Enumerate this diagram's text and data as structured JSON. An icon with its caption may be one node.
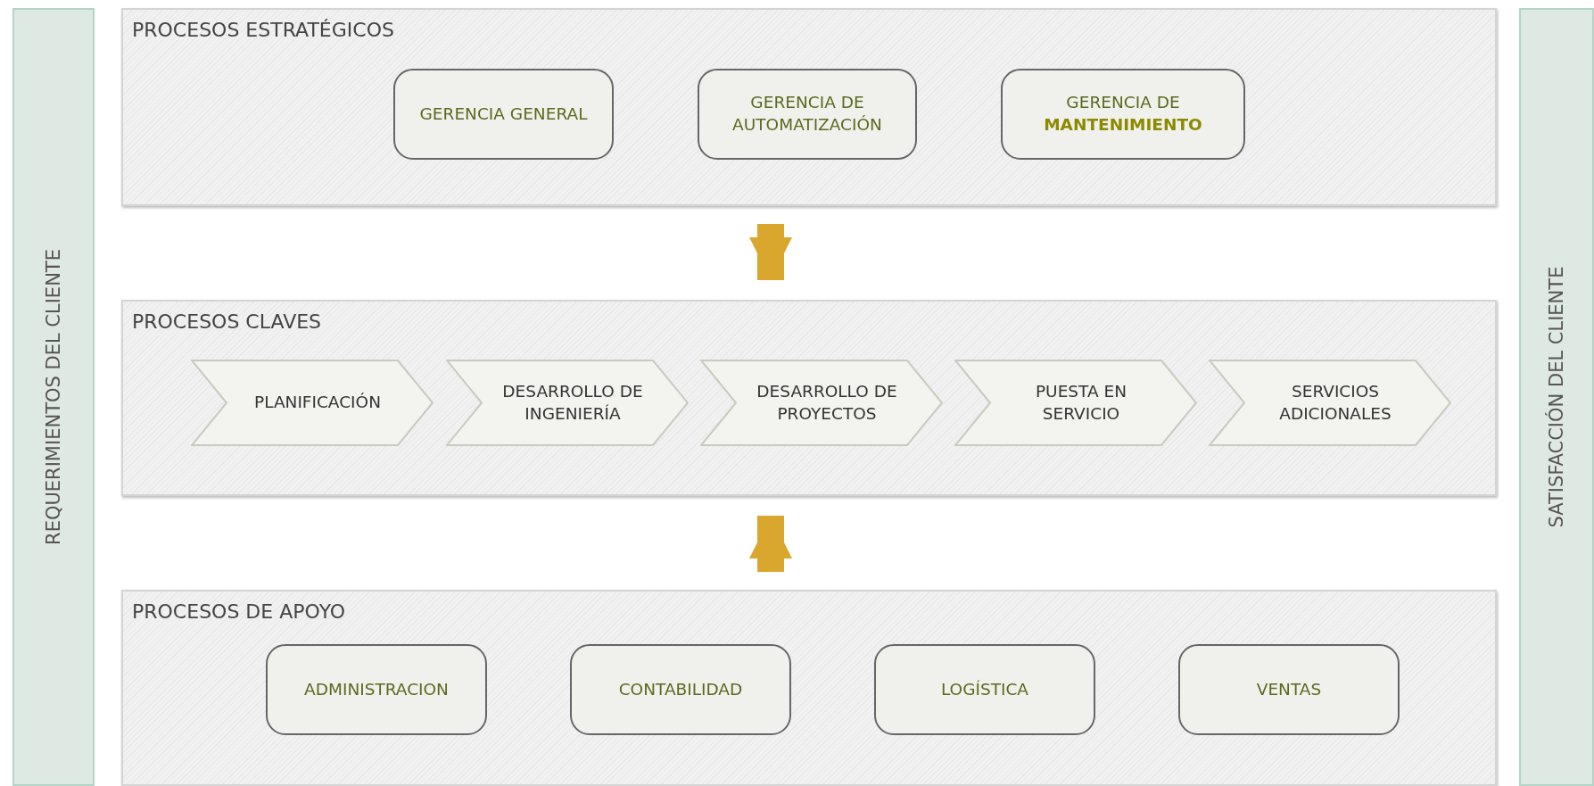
{
  "diagram": {
    "nodes": [
      {
        "text": [
          "REQUERIMIENTOS DEL CLIENTE"
        ]
      },
      {
        "text": [
          "PROCESOS ESTRATÉGICOS"
        ]
      },
      {
        "text": [
          "GERENCIA GENERAL"
        ],
        "in": 1
      },
      {
        "text": [
          "GERENCIA DE AUTOMATIZACIÓN"
        ],
        "in": 1
      },
      {
        "text": [
          "GERENCIA DE **MANTENIMIENTO**"
        ],
        "in": 1
      },
      {
        "text": [
          "PROCESOS CLAVES"
        ]
      },
      {
        "text": [
          "PLANIFICACIÓN"
        ],
        "in": 5
      },
      {
        "text": [
          "DESARROLLO DE INGENIERÍA"
        ],
        "in": 5
      },
      {
        "text": [
          "DESARROLLO DE PROYECTOS"
        ],
        "in": 5
      },
      {
        "text": [
          "PUESTA EN SERVICIO"
        ],
        "in": 5
      },
      {
        "text": [
          "SERVICIOS ADICIONALES"
        ],
        "in": 5
      },
      {
        "text": [
          "PROCESOS DE APOYO"
        ]
      },
      {
        "text": [
          "ADMINISTRACION"
        ],
        "in": 11
      },
      {
        "text": [
          "CONTABILIDAD"
        ],
        "in": 11
      },
      {
        "text": [
          "LOGÍSTICA"
        ],
        "in": 11
      },
      {
        "text": [
          "VENTAS"
        ],
        "in": 11
      },
      {
        "text": [
          "SATISFACCIÓN DEL CLIENTE"
        ]
      }
    ],
    "edges": [
      {
        "from": 1,
        "to": 5,
        "arrow": "to"
      },
      {
        "from": 11,
        "to": 5,
        "arrow": "to"
      }
    ]
  }
}
